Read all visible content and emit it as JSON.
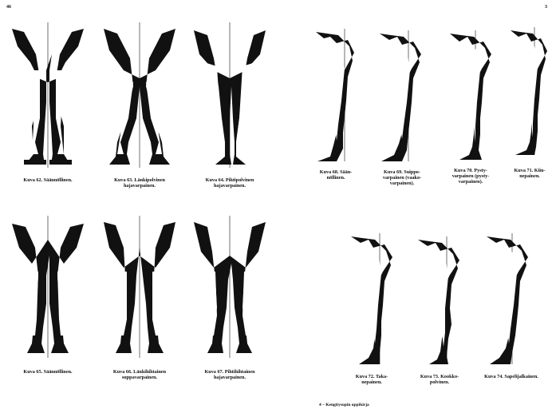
{
  "page": {
    "left_page_number": "46",
    "right_page_number": "3",
    "footer": "4 – Kengitysopin oppikirja"
  },
  "front_figures": [
    {
      "caption": "Kuva 62. Säännöllinen."
    },
    {
      "caption": "Kuva 63. Länkipolvinen\nhajavarpainen."
    },
    {
      "caption": "Kuva 64. Pihtipolvinen\nhajavarpainen."
    },
    {
      "caption": "Kuva 65. Säännöllinen."
    },
    {
      "caption": "Kuva 66. Länkihihtainen\nsuppavarpainen."
    },
    {
      "caption": "Kuva 67. Pihtihihtainen\nhajavarpainen."
    }
  ],
  "side_figures": [
    {
      "caption": "Kuva 68. Sään-\nnöllinen."
    },
    {
      "caption": "Kuva 69. Suippo-\nvarpainen (vaako-\nvarpainen)."
    },
    {
      "caption": "Kuva 70. Pysty-\nvarpainen (pysty-\nvarpainen)."
    },
    {
      "caption": "Kuva 71. Kiin-\nnepainen."
    },
    {
      "caption": "Kuva 72. Taka-\nnepainen."
    },
    {
      "caption": "Kuva 73. Kookko-\npolvinen."
    },
    {
      "caption": "Kuva 74. Sapelijalkainen."
    }
  ]
}
